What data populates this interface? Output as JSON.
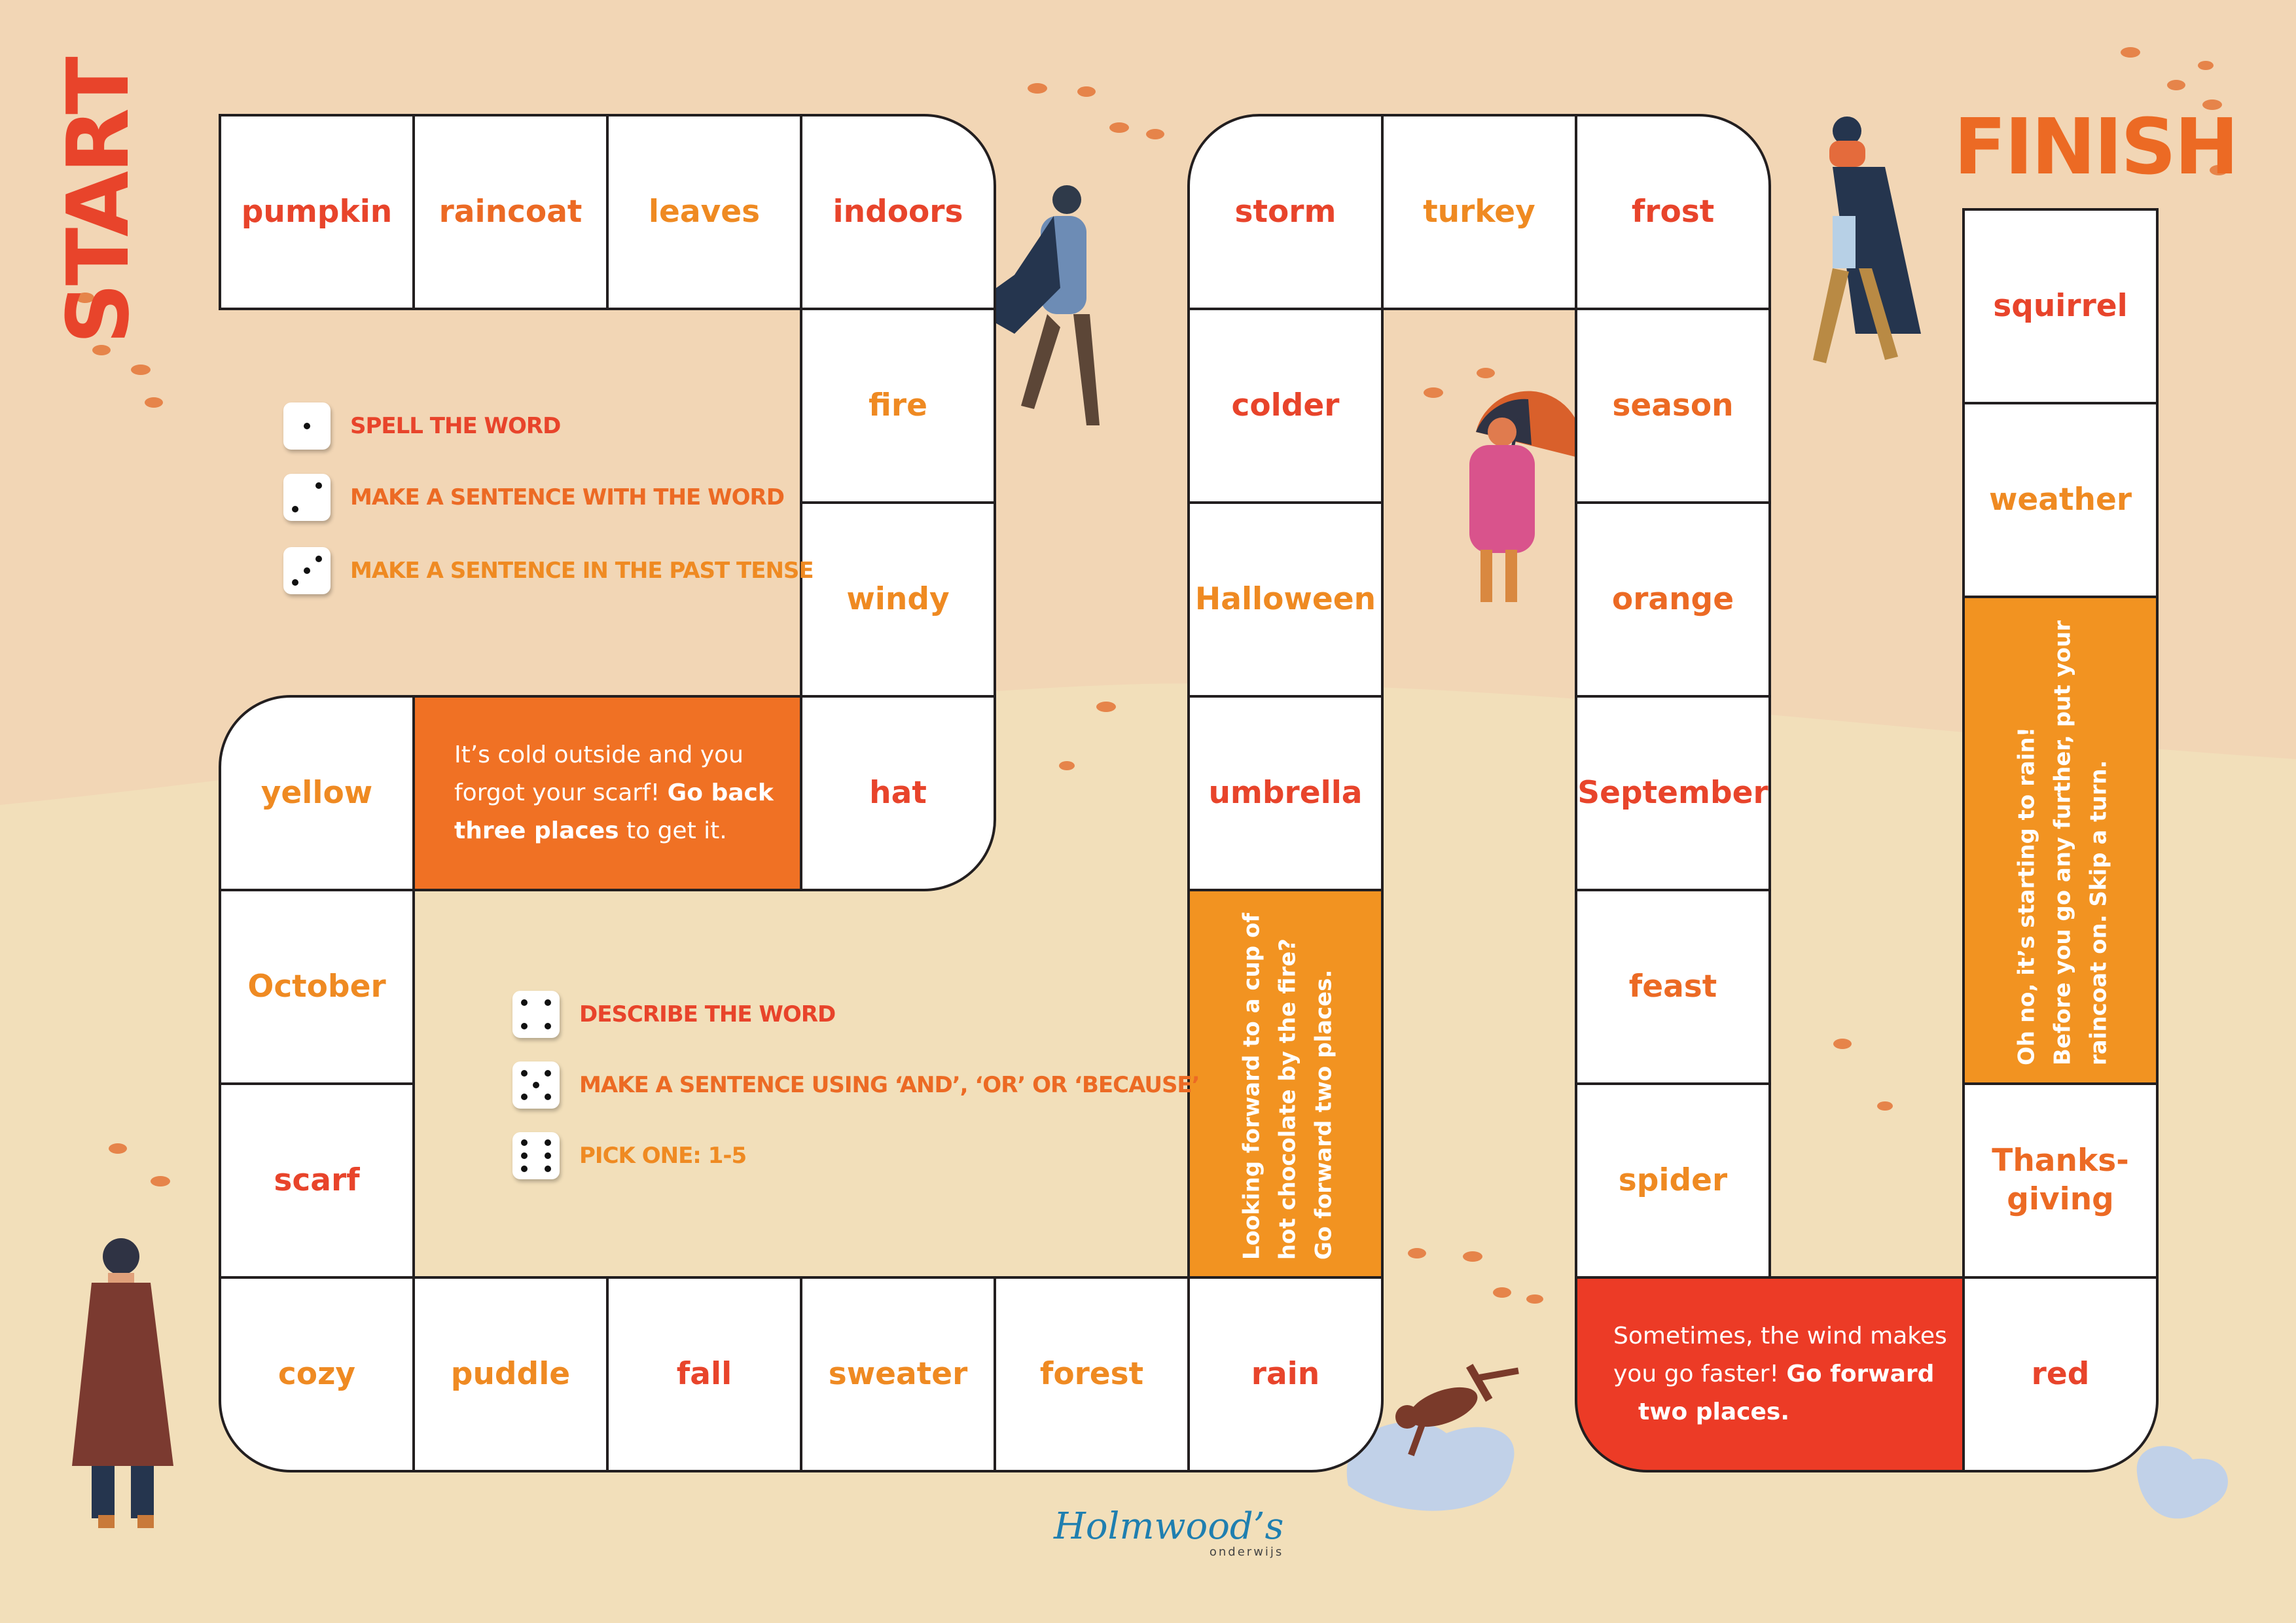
{
  "board": {
    "start_label": "START",
    "finish_label": "FINISH",
    "squares": {
      "pumpkin": "pumpkin",
      "raincoat": "raincoat",
      "leaves": "leaves",
      "indoors": "indoors",
      "fire": "fire",
      "windy": "windy",
      "hat": "hat",
      "yellow": "yellow",
      "october": "October",
      "scarf": "scarf",
      "cozy": "cozy",
      "puddle": "puddle",
      "fall": "fall",
      "sweater": "sweater",
      "forest": "forest",
      "rain": "rain",
      "umbrella": "umbrella",
      "halloween": "Halloween",
      "colder": "colder",
      "storm": "storm",
      "turkey": "turkey",
      "frost": "frost",
      "season": "season",
      "orange": "orange",
      "september": "September",
      "feast": "feast",
      "spider": "spider",
      "red": "red",
      "thanksgiving_1": "Thanks-",
      "thanksgiving_2": "giving",
      "weather": "weather",
      "squirrel": "squirrel"
    },
    "scarf_card": {
      "line1": "It’s cold outside and you",
      "line2a": "forgot your scarf! ",
      "line2b": "Go back",
      "line3a": "three places",
      "line3b": " to get it."
    },
    "cocoa_card": {
      "line1": "Looking forward to a cup of",
      "line2": "hot chocolate by the fire?",
      "line3": "Go forward two places."
    },
    "wind_card": {
      "line1": "Sometimes, the wind makes",
      "line2a": "you go faster! ",
      "line2b": "Go forward",
      "line3": "two places."
    },
    "rain_card": {
      "line1": "Oh no, it’s starting to rain!",
      "line2": "Before you go any further, put your",
      "line3a": "raincoat on. ",
      "line3b": "Skip a turn."
    }
  },
  "legend": {
    "roll1": "SPELL THE WORD",
    "roll2": "MAKE A SENTENCE WITH THE WORD",
    "roll3": "MAKE A SENTENCE IN THE PAST TENSE",
    "roll4": "DESCRIBE THE WORD",
    "roll5": "MAKE A SENTENCE USING ‘AND’, ‘OR’ OR ‘BECAUSE’",
    "roll6": "PICK ONE: 1-5"
  },
  "brand": {
    "name": "Holmwood’s",
    "sub": "onderwijs"
  },
  "colors": {
    "background_top": "#f2d6b5",
    "background_bottom": "#f2dfba",
    "word_red": "#e8442b",
    "word_orange": "#ef8a22",
    "card_orange": "#f07124",
    "card_amber": "#f29321",
    "card_red": "#ec3b26",
    "logo_blue": "#1f7fb0"
  },
  "icons": [
    "die-face-1",
    "die-face-2",
    "die-face-3",
    "die-face-4",
    "die-face-5",
    "die-face-6"
  ]
}
